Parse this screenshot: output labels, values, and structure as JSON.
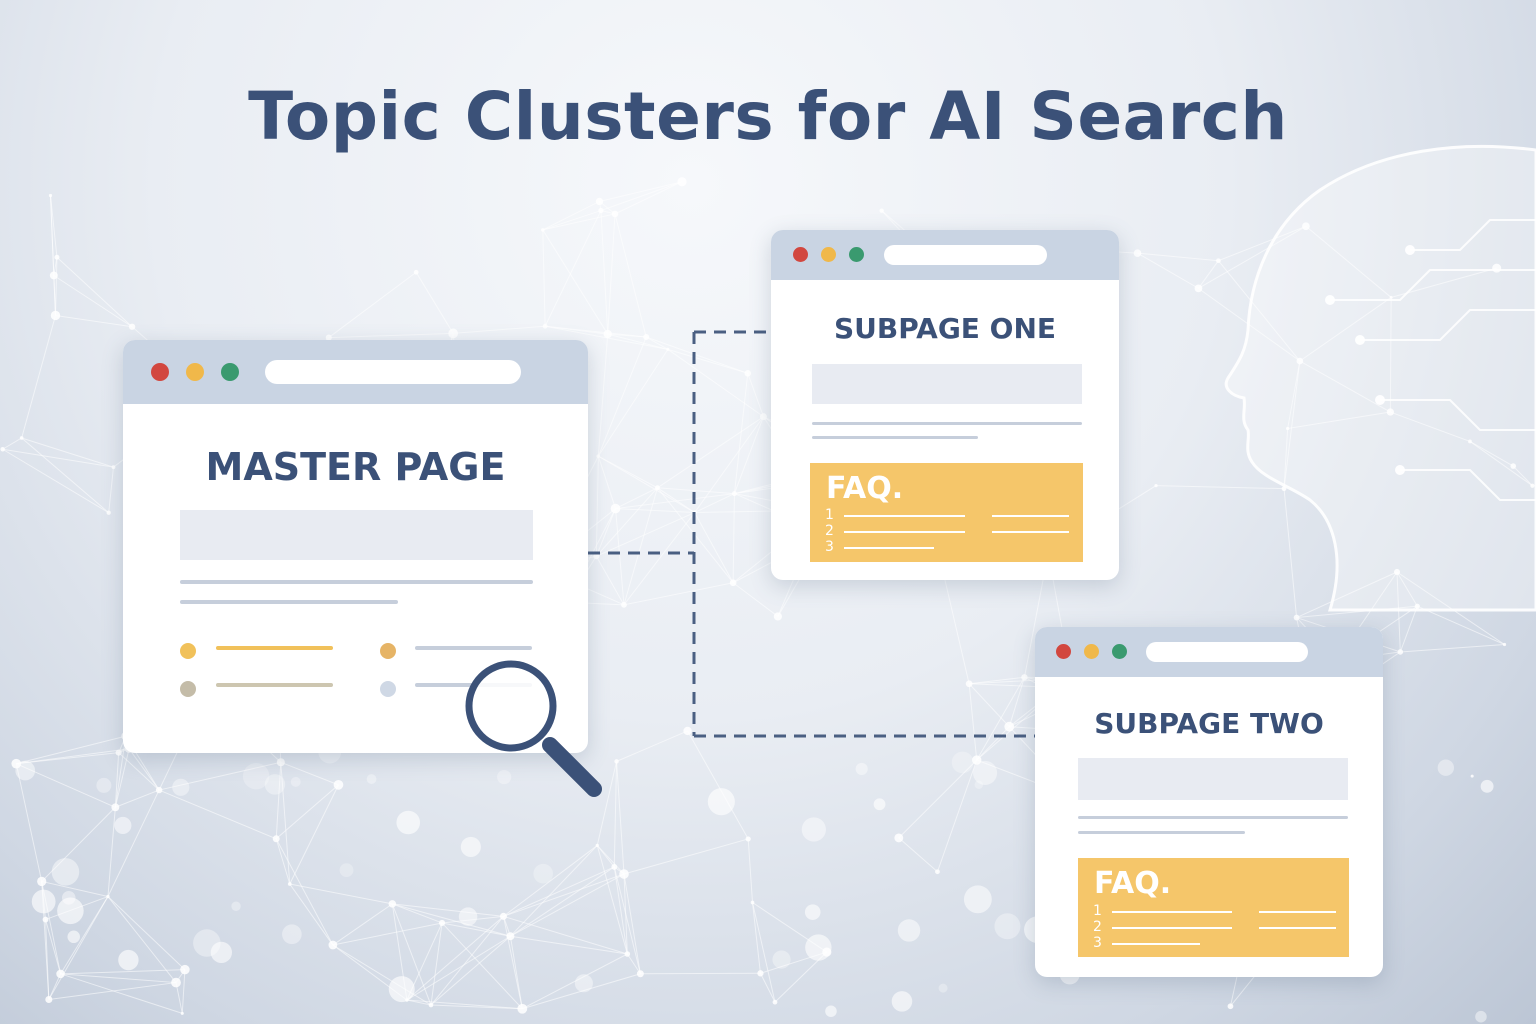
{
  "title": "Topic Clusters for AI Search",
  "master_page": {
    "heading": "MASTER PAGE"
  },
  "subpage_one": {
    "heading": "SUBPAGE ONE",
    "faq_label": "FAQ.",
    "faq_numbers": [
      "1",
      "2",
      "3"
    ]
  },
  "subpage_two": {
    "heading": "SUBPAGE TWO",
    "faq_label": "FAQ.",
    "faq_numbers": [
      "1",
      "2",
      "3"
    ]
  },
  "colors": {
    "title": "#3b5178",
    "titlebar": "#c9d4e3",
    "faq": "#f5c66a",
    "connector": "#4a5f82",
    "dot_red": "#d2473f",
    "dot_yellow": "#f0b84a",
    "dot_green": "#3a9a6f"
  }
}
